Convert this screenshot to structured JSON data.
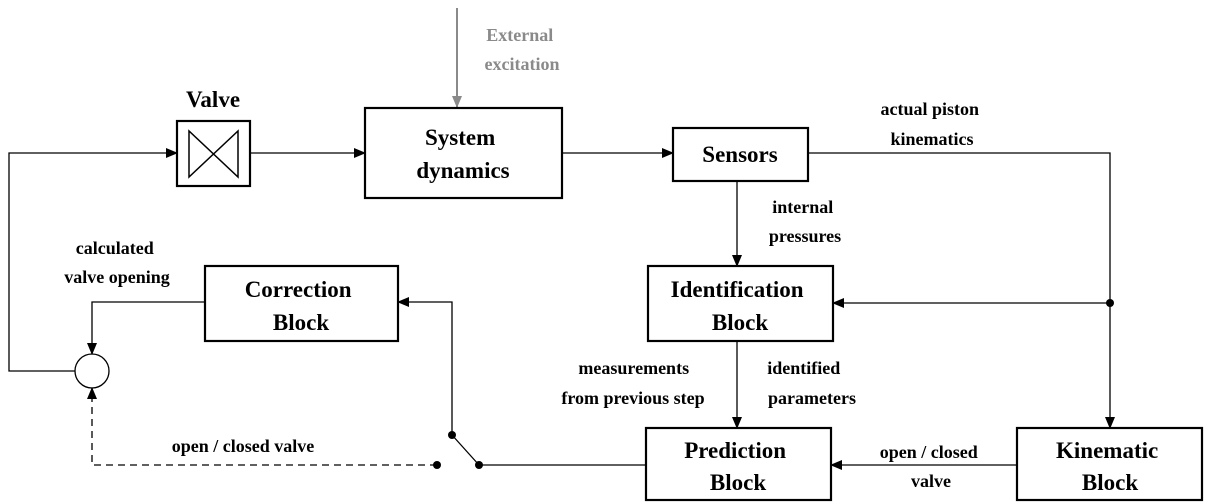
{
  "labels": {
    "external_excitation": [
      "External",
      "excitation"
    ],
    "valve": "Valve",
    "system_dynamics": [
      "System",
      "dynamics"
    ],
    "sensors": "Sensors",
    "actual_piston_kinematics": [
      "actual piston",
      "kinematics"
    ],
    "internal_pressures": [
      "internal",
      "pressures"
    ],
    "identification_block": [
      "Identification",
      "Block"
    ],
    "calculated_valve_opening": [
      "calculated",
      "valve opening"
    ],
    "correction_block": [
      "Correction",
      "Block"
    ],
    "measurements_previous_step": [
      "measurements",
      "from previous step"
    ],
    "identified_parameters": [
      "identified",
      "parameters"
    ],
    "open_closed_valve_left": "open / closed valve",
    "prediction_block": [
      "Prediction",
      "Block"
    ],
    "open_closed_valve_right": [
      "open / closed",
      "valve"
    ],
    "kinematic_block": [
      "Kinematic",
      "Block"
    ]
  },
  "colors": {
    "ink": "#000000",
    "external": "#8a8a8a"
  }
}
